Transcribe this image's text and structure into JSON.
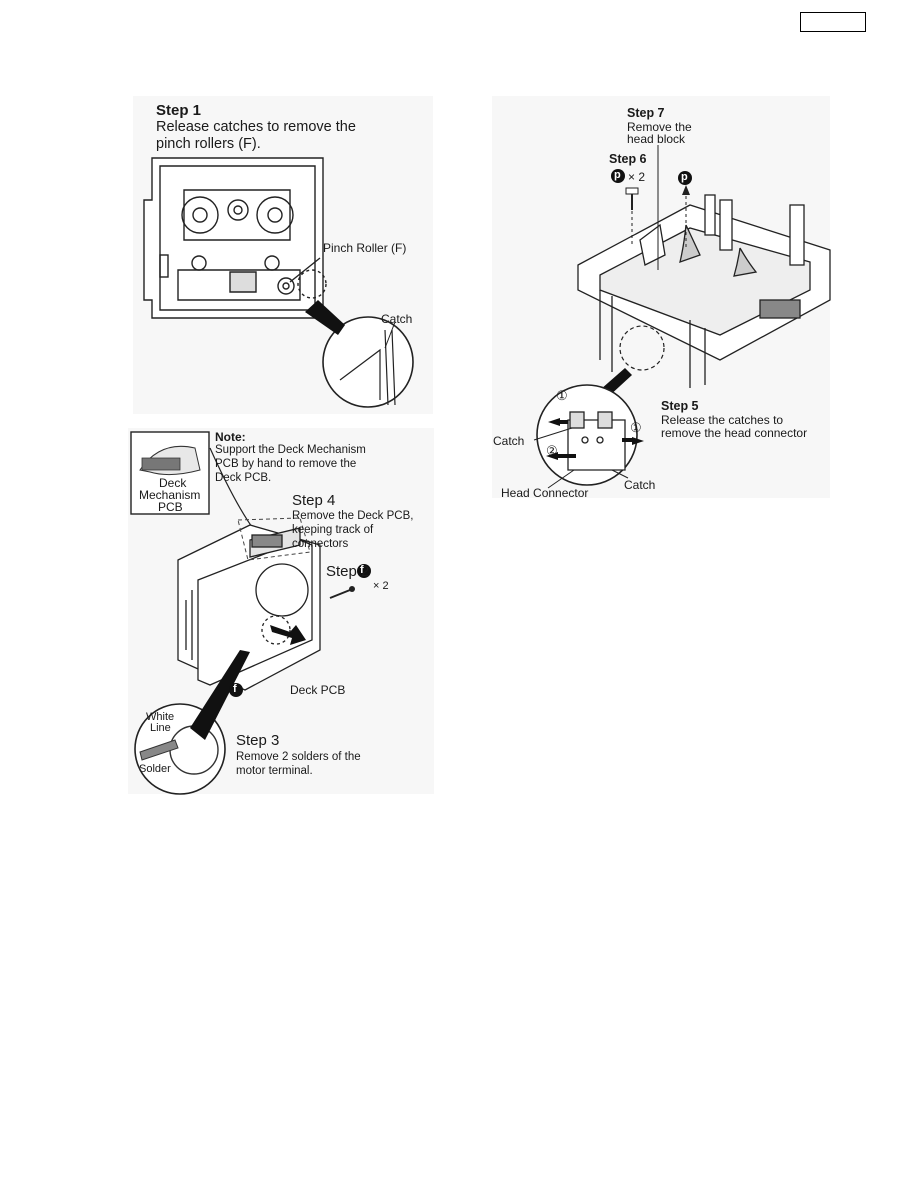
{
  "header": {
    "page_number_box": ""
  },
  "fig1": {
    "step_title": "Step 1",
    "step_text_line1": "Release catches to remove the",
    "step_text_line2": "pinch rollers (F).",
    "pinch_roller_label": "Pinch Roller (F)",
    "catch_label": "Catch"
  },
  "fig2": {
    "note_title": "Note:",
    "note_line1": "Support the Deck Mechanism",
    "note_line2": "PCB by hand to remove the",
    "note_line3": "Deck PCB.",
    "inset_line1": "Deck",
    "inset_line2": "Mechanism",
    "inset_line3": "PCB",
    "step4_title": "Step 4",
    "step4_line1": "Remove the Deck PCB,",
    "step4_line2": "keeping track of",
    "step4_line3": "connectors",
    "step2_title": "Step 2",
    "step2_screw": "× 2",
    "screw_symbol": "f",
    "deck_pcb_label": "Deck PCB",
    "white_line_1": "White",
    "white_line_2": "Line",
    "solder_label": "Solder",
    "step3_title": "Step 3",
    "step3_line1": "Remove 2 solders of the",
    "step3_line2": "motor terminal."
  },
  "fig3": {
    "step7_title": "Step 7",
    "step7_line1": "Remove the",
    "step7_line2": "head block",
    "step6_title": "Step 6",
    "step6_screw": "× 2",
    "screw_symbol": "p",
    "step5_title": "Step 5",
    "step5_line1": "Release the catches to",
    "step5_line2": "remove the head connector",
    "catch_left": "Catch",
    "catch_right": "Catch",
    "head_connector": "Head Connector",
    "num1": "①",
    "num2": "②"
  }
}
